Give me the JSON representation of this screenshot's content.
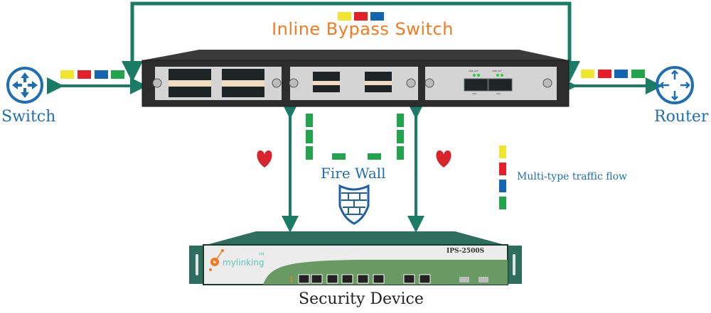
{
  "diagram": {
    "title": "Inline Bypass Switch",
    "nodes": {
      "switch": {
        "label": "Switch",
        "icon": "switch-icon"
      },
      "router": {
        "label": "Router",
        "icon": "router-icon"
      },
      "bypass": {
        "label": "Inline Bypass Switch",
        "icon": "bypass-switch-chassis"
      },
      "firewall": {
        "label": "Fire Wall",
        "icon": "firewall-shield-icon"
      },
      "security": {
        "label": "Security Device",
        "model": "IPS-2500S",
        "brand": "mylinking",
        "trademark": "TM"
      }
    },
    "module_labels": {
      "cfp_left": "CD0",
      "cfp_right": "CD1",
      "link_act_left": "LINK ACT",
      "link_act_right": "LINK ACT"
    },
    "legend": {
      "label": "Multi-type traffic flow",
      "colors": [
        "#f0e62e",
        "#e5202a",
        "#1565b5",
        "#21a44c"
      ]
    },
    "colors": {
      "link": "#1a7c64",
      "title": "#f47a20",
      "label_blue": "#1e6eb4",
      "traffic_yellow": "#f0e62e",
      "traffic_red": "#e5202a",
      "traffic_blue": "#1565b5",
      "traffic_green": "#21a44c",
      "heart": "#d8242c"
    }
  }
}
